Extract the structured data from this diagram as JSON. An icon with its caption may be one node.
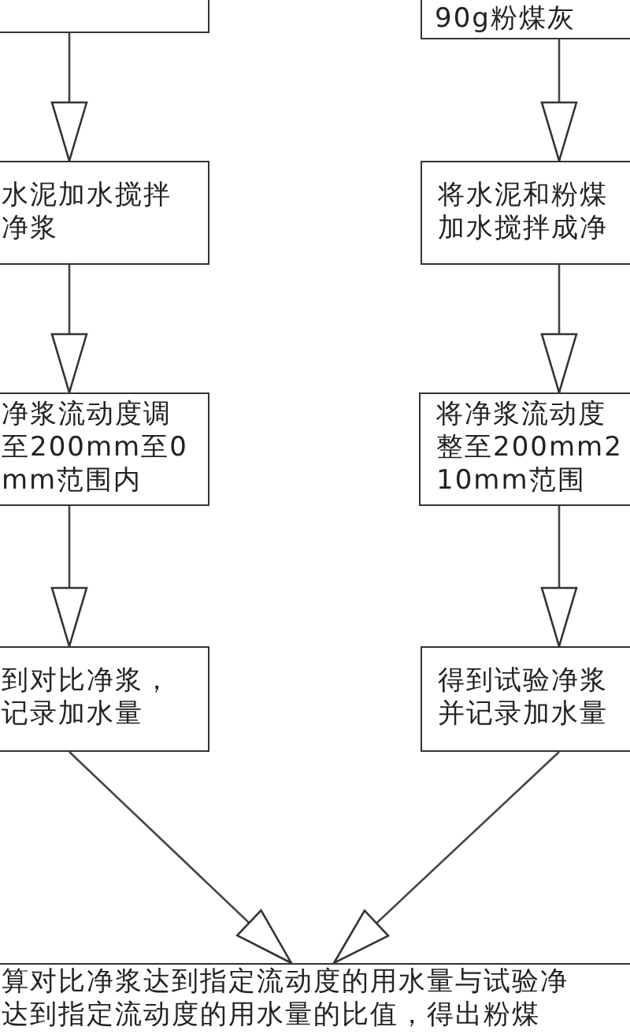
{
  "diagram": {
    "nodes": [
      {
        "text": [],
        "shape": "box"
      },
      {
        "text": [
          "90g粉煤灰"
        ]
      },
      {
        "text": [
          "水泥加水搅拌净浆"
        ]
      },
      {
        "text": [
          "将水泥和粉煤加水搅拌成净"
        ]
      },
      {
        "text": [
          "净浆流动度调至200mm至0mm范围内"
        ]
      },
      {
        "text": [
          "将净浆流动度整至200mm210mm范围"
        ]
      },
      {
        "text": [
          "到对比净浆，记录加水量"
        ]
      },
      {
        "text": [
          "得到试验净浆并记录加水量"
        ]
      },
      {
        "text": [
          "算对比净浆达到指定流动度的用水量与试验净",
          "达到指定流动度的用水量的比值，得出粉煤"
        ]
      }
    ],
    "edges": [
      {
        "from": 0,
        "to": 2,
        "arrow": "to"
      },
      {
        "from": 2,
        "to": 4,
        "arrow": "to"
      },
      {
        "from": 4,
        "to": 6,
        "arrow": "to"
      },
      {
        "from": 6,
        "to": 8,
        "arrow": "to"
      },
      {
        "from": 1,
        "to": 3,
        "arrow": "to"
      },
      {
        "from": 3,
        "to": 5,
        "arrow": "to"
      },
      {
        "from": 5,
        "to": 7,
        "arrow": "to"
      },
      {
        "from": 7,
        "to": 8,
        "arrow": "to"
      }
    ]
  }
}
